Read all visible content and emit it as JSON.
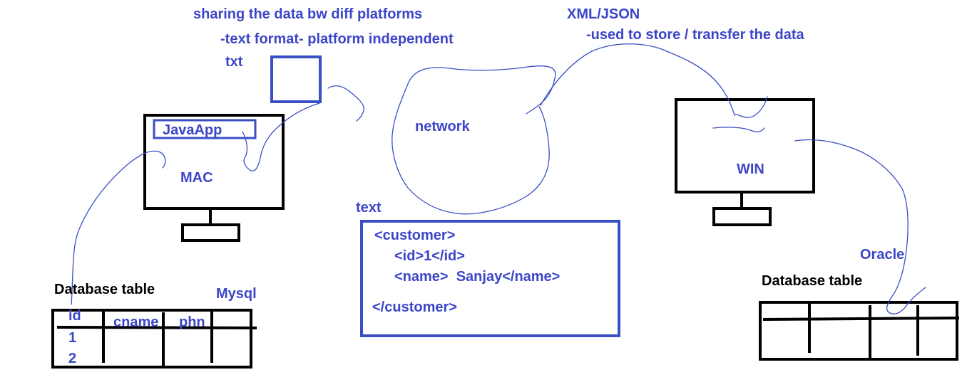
{
  "colors": {
    "ink_blue": "#3c46c8",
    "pen_blue": "#3a4fc4",
    "ink_black": "#000000"
  },
  "annotations": {
    "sharing": "sharing the data bw diff platforms",
    "text_format": "-text format- platform independent",
    "txt": "txt",
    "xml_json": "XML/JSON",
    "used_to": "-used to store / transfer the data",
    "network": "network",
    "text_label": "text",
    "oracle": "Oracle",
    "mysql": "Mysql"
  },
  "mac_computer": {
    "app_label": "JavaApp",
    "os_label": "MAC"
  },
  "win_computer": {
    "os_label": "WIN"
  },
  "xml_sample": {
    "line1": "<customer>",
    "line2": "<id>1</id>",
    "line3": "<name>  Sanjay</name>",
    "line4": "</customer>"
  },
  "left_table": {
    "title": "Database table",
    "headers": [
      "id",
      "cname",
      "phn"
    ],
    "rows": [
      "1",
      "2"
    ]
  },
  "right_table": {
    "title": "Database table"
  }
}
